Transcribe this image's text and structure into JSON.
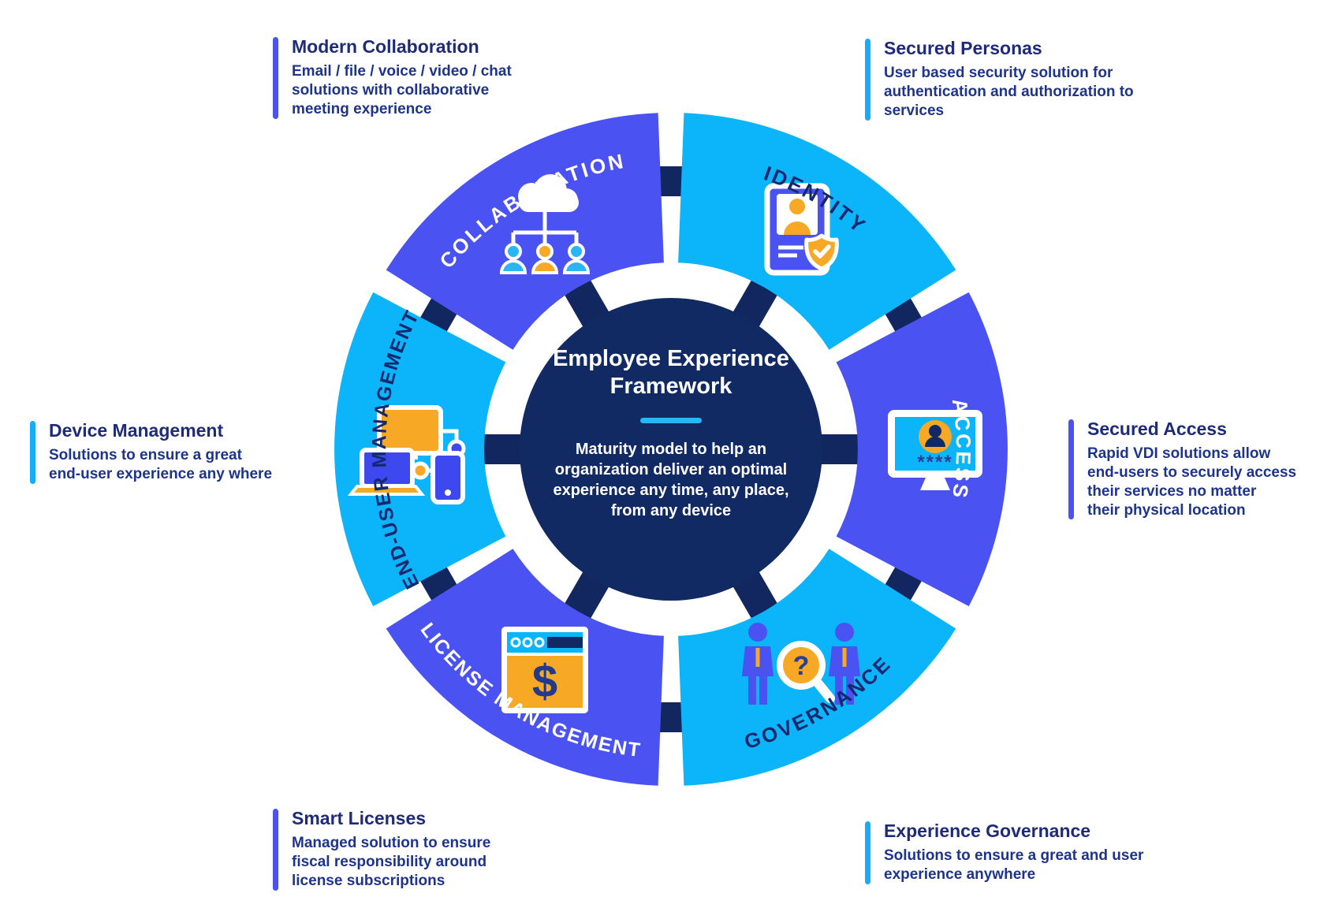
{
  "colors": {
    "segment_purple": "#4a52f2",
    "segment_lightblue": "#0cb4fa",
    "connector_navy": "#12275f",
    "center_circle_navy": "#122a64",
    "accent_bar_purple": "#4a52f5",
    "accent_bar_lightblue": "#14adf6",
    "icon_orange": "#f7a825",
    "callout_title_navy": "#1d2b78",
    "callout_body_blue": "#1e3489",
    "divider_lightblue": "#29b6f6"
  },
  "center": {
    "title": "Employee Experience Framework",
    "description": "Maturity model to help an\norganization deliver an optimal\nexperience any time, any place,\nfrom any device"
  },
  "segments": [
    {
      "id": "collaboration",
      "label": "COLLABORATION",
      "fill": "#4a52f2",
      "label_color": "#ffffff",
      "icon": "cloud-network-icon"
    },
    {
      "id": "identity",
      "label": "IDENTITY",
      "fill": "#0cb4fa",
      "label_color": "#16296e",
      "icon": "id-badge-shield-icon"
    },
    {
      "id": "access",
      "label": "ACCESS",
      "fill": "#4a52f2",
      "label_color": "#ffffff",
      "icon": "monitor-login-icon",
      "icon_text": "****"
    },
    {
      "id": "governance",
      "label": "GOVERNANCE",
      "fill": "#0cb4fa",
      "label_color": "#16296e",
      "icon": "people-search-icon",
      "icon_text": "?"
    },
    {
      "id": "license-management",
      "label": "LICENSE MANAGEMENT",
      "fill": "#4a52f2",
      "label_color": "#ffffff",
      "icon": "browser-dollar-icon",
      "icon_text": "$"
    },
    {
      "id": "end-user-management",
      "label": "END-USER MANAGEMENT",
      "fill": "#0cb4fa",
      "label_color": "#16296e",
      "icon": "connected-devices-icon"
    }
  ],
  "callouts": [
    {
      "id": "modern-collaboration",
      "title": "Modern Collaboration",
      "body": "Email / file / voice / video / chat\nsolutions with collaborative\nmeeting experience",
      "accent": "#4a52f5"
    },
    {
      "id": "secured-personas",
      "title": "Secured Personas",
      "body": "User based security solution for\nauthentication and authorization to\nservices",
      "accent": "#14adf6"
    },
    {
      "id": "secured-access",
      "title": "Secured Access",
      "body": "Rapid VDI solutions allow\nend-users to securely access\ntheir services no matter\ntheir physical location",
      "accent": "#4a52f5"
    },
    {
      "id": "experience-governance",
      "title": "Experience Governance",
      "body": "Solutions to ensure a great and user\nexperience anywhere",
      "accent": "#14adf6"
    },
    {
      "id": "smart-licenses",
      "title": "Smart Licenses",
      "body": "Managed solution to ensure\nfiscal responsibility around\nlicense subscriptions",
      "accent": "#4a52f5"
    },
    {
      "id": "device-management",
      "title": "Device Management",
      "body": "Solutions to ensure a great\nend-user experience any where",
      "accent": "#14adf6"
    }
  ]
}
